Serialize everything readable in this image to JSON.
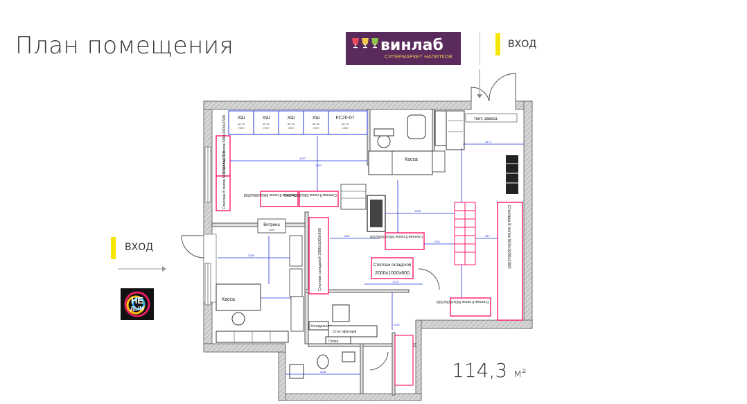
{
  "page": {
    "title": "План помещения",
    "area": "114,3",
    "area_unit": "м²"
  },
  "logo": {
    "brand": "винлаб",
    "subtitle": "СУПЕРМАРКЕТ НАПИТКОВ"
  },
  "entrances": {
    "top_label": "ВХОД",
    "left_label": "ВХОД"
  },
  "nedym_logo": {
    "line1": "НЕ",
    "line2": "ДЫМ"
  },
  "colors": {
    "wall": "#bdbdbd",
    "dimension": "#2233dd",
    "shelf_highlight": "#ff1a6b",
    "entry_marker": "#f5e600",
    "brand_purple": "#5a2a5c"
  },
  "plan": {
    "fridges": [
      {
        "name": "ХШ",
        "code": "шт-ть",
        "serial": "7007"
      },
      {
        "name": "ХШ",
        "code": "шт-ть",
        "serial": "7007"
      },
      {
        "name": "ХШ",
        "code": "шт-ть",
        "serial": "7007"
      },
      {
        "name": "ХШ",
        "code": "шт-ть",
        "serial": "7007"
      },
      {
        "name": "FC20-07",
        "code": "шт-ть",
        "serial": "1000"
      }
    ],
    "labels": {
      "kassa_top": "Касса",
      "kassa_left": "Касса",
      "vitrina": "Витрина",
      "vitrina_size": "1000",
      "tent": "тент, завеса",
      "storage_rack": "Стеллаж складской",
      "storage_rack_size": "2000х1000х600",
      "shelf_left_1": "Стеллаж 8 полок 500х1000х2300",
      "shelf_left_2": "Стеллаж 8 полок 500х1000х2300",
      "shelf_top_1": "Стеллаж 8 полок 500х1000х2300",
      "shelf_top_2": "Стеллаж 8 полок 500х1000х2300",
      "shelf_center": "Стеллаж 8 полок 500х1000х2300",
      "shelf_right": "Стеллаж 8 полок 500х1000х2300",
      "shelf_bottom_right": "Стеллаж 8 полок 500х1000х2300",
      "storage_left": "Стеллаж складской 2000х1000х600",
      "office_desk": "Стол офисный",
      "shelf_small": "Полка",
      "fridge_small": "Холодильник"
    },
    "dimensions": [
      "4487",
      "1900",
      "2471",
      "1162",
      "1910",
      "947",
      "2085",
      "1719",
      "1835",
      "2546",
      "1252"
    ]
  }
}
